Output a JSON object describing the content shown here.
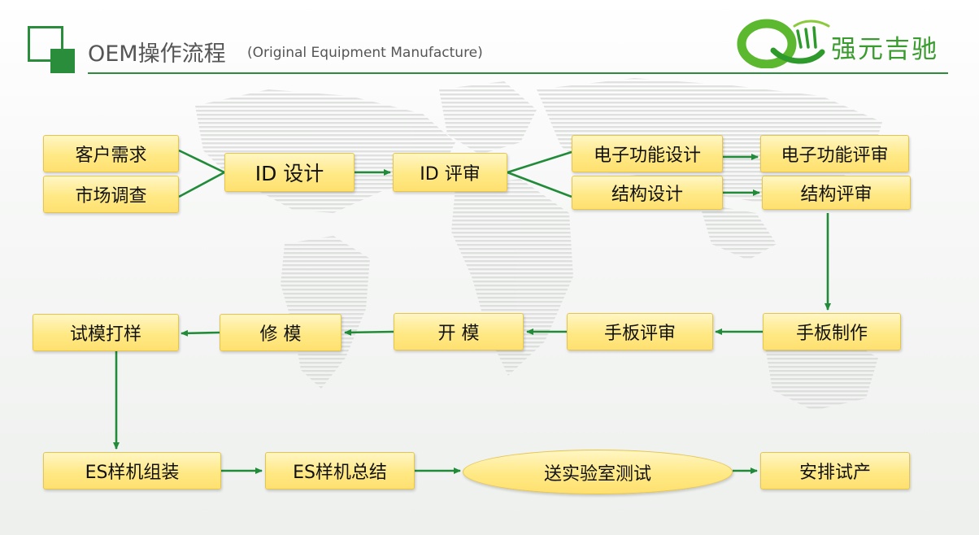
{
  "header": {
    "title_main": "OEM操作流程",
    "title_sub": "(Original Equipment Manufacture)"
  },
  "logo": {
    "text": "强元吉驰"
  },
  "colors": {
    "accent_green": "#2a8d3c",
    "logo_green": "#3a9c2f",
    "box_fill": "#ffe985",
    "box_border": "#e6c64a"
  },
  "flow": {
    "customer_demand": "客户需求",
    "market_research": "市场调查",
    "id_design": "ID 设计",
    "id_review": "ID 评审",
    "electronic_design": "电子功能设计",
    "electronic_review": "电子功能评审",
    "structure_design": "结构设计",
    "structure_review": "结构评审",
    "prototype_making": "手板制作",
    "prototype_review": "手板评审",
    "mold_opening": "开  模",
    "mold_repair": "修 模",
    "trial_molding": "试模打样",
    "es_assembly": "ES样机组装",
    "es_summary": "ES样机总结",
    "lab_testing": "送实验室测试",
    "trial_production": "安排试产"
  }
}
